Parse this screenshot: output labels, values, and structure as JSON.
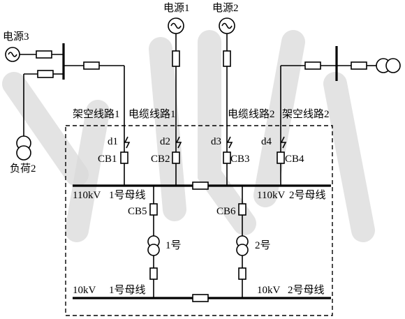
{
  "sources": {
    "s1": "电源1",
    "s2": "电源2",
    "s3": "电源3"
  },
  "load": "负荷2",
  "lines": {
    "overhead1": "架空线路1",
    "cable1": "电缆线路1",
    "cable2": "电缆线路2",
    "overhead2": "架空线路2"
  },
  "faults": [
    "d1",
    "d2",
    "d3",
    "d4"
  ],
  "breakers": [
    "CB1",
    "CB2",
    "CB3",
    "CB4",
    "CB5",
    "CB6"
  ],
  "buses": {
    "hv_left_voltage": "110kV",
    "hv_left_name": "1号母线",
    "hv_right_voltage": "110kV",
    "hv_right_name": "2号母线",
    "lv_left_voltage": "10kV",
    "lv_left_name": "1号母线",
    "lv_right_voltage": "10kV",
    "lv_right_name": "2号母线"
  },
  "transformers": {
    "t1": "1号",
    "t2": "2号"
  }
}
